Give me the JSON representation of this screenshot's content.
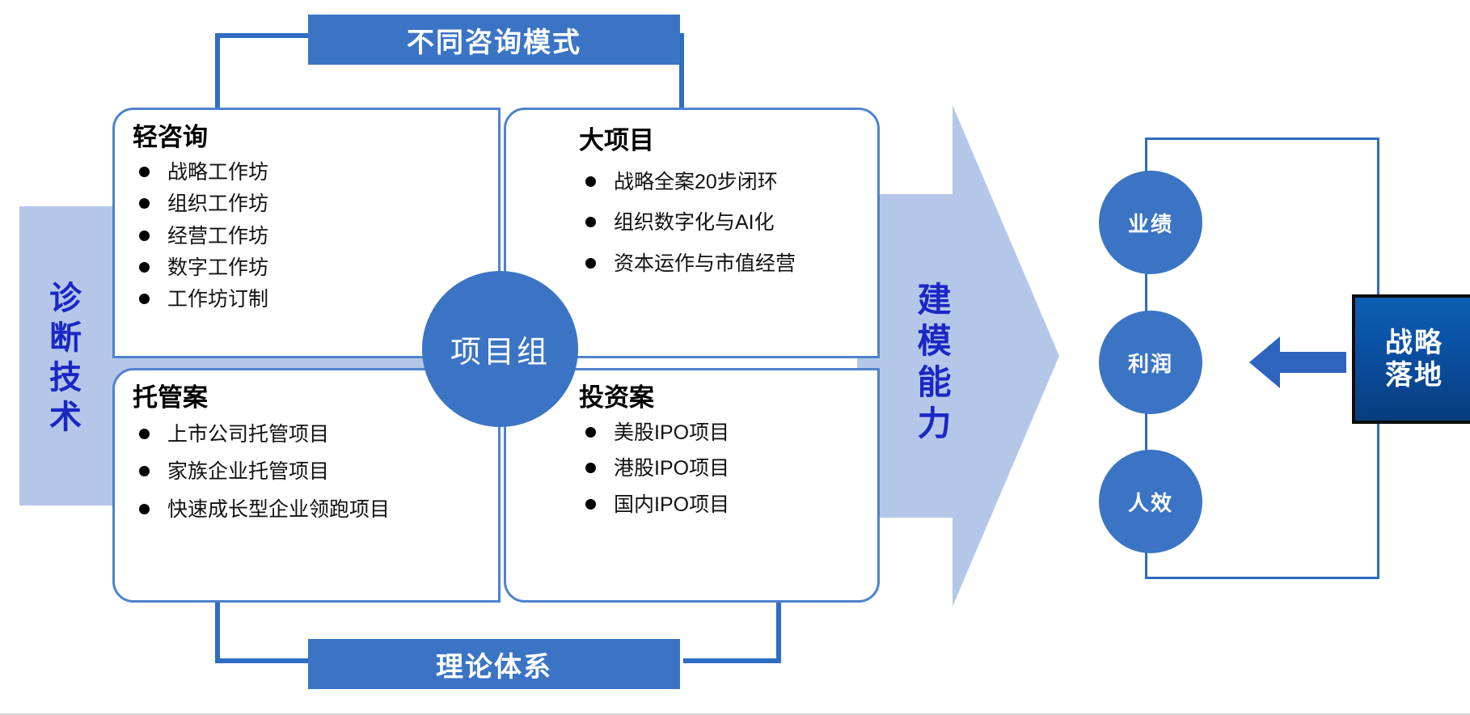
{
  "banners": {
    "top": "不同咨询模式",
    "bottom": "理论体系"
  },
  "side_labels": {
    "left_band": "诊断技术",
    "arrow": "建模能力"
  },
  "center": {
    "label": "项目组"
  },
  "quadrants": [
    {
      "id": "light-consulting",
      "title": "轻咨询",
      "items": [
        "战略工作坊",
        "组织工作坊",
        "经营工作坊",
        "数字工作坊",
        "工作坊订制"
      ]
    },
    {
      "id": "big-project",
      "title": "大项目",
      "items": [
        "战略全案20步闭环",
        "组织数字化与AI化",
        "资本运作与市值经营"
      ]
    },
    {
      "id": "trusteeship",
      "title": "托管案",
      "items": [
        "上市公司托管项目",
        "家族企业托管项目",
        "快速成长型企业领跑项目"
      ]
    },
    {
      "id": "investment",
      "title": "投资案",
      "items": [
        "美股IPO项目",
        "港股IPO项目",
        "国内IPO项目"
      ]
    }
  ],
  "kpis": [
    {
      "label": "业绩"
    },
    {
      "label": "利润"
    },
    {
      "label": "人效"
    }
  ],
  "landing": {
    "line1": "战略",
    "line2": "落地"
  },
  "colors": {
    "accent_blue": "#3B74C4",
    "line_blue": "#2F6CC2",
    "card_border": "#4E82CE",
    "band_blue": "#B5C7E9",
    "vertical_text": "#1B27C4",
    "landing_dark": "#083C7E"
  }
}
